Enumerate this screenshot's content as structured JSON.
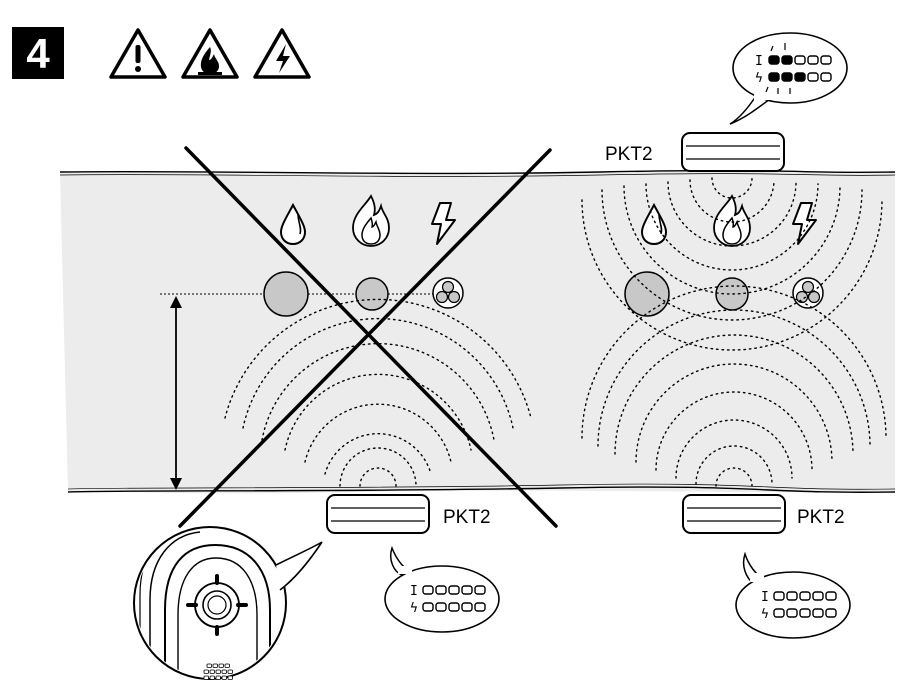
{
  "step": {
    "number": "4"
  },
  "hazards": [
    "warning-icon",
    "fire-hazard-icon",
    "electric-hazard-icon"
  ],
  "objects": [
    "water-drop-icon",
    "flame-icon",
    "lightning-icon"
  ],
  "device": {
    "label": "PKT2"
  },
  "panels": {
    "wrong": {
      "status": "incorrect",
      "bubble": {
        "row1_symbol": "I",
        "row2_symbol": "ϟ",
        "row1_lit": 0,
        "row2_lit": 0,
        "total": 5
      }
    },
    "correct": {
      "status": "correct",
      "bubble_top": {
        "row1_symbol": "I",
        "row2_symbol": "ϟ",
        "row1_lit": 2,
        "row2_lit": 3,
        "total": 5
      },
      "bubble_bottom": {
        "row1_symbol": "I",
        "row2_symbol": "ϟ",
        "row1_lit": 0,
        "row2_lit": 0,
        "total": 5
      }
    }
  },
  "colors": {
    "wall_fill": "#ececec",
    "pipe_fill": "#c8c8c8",
    "ink": "#000000"
  }
}
